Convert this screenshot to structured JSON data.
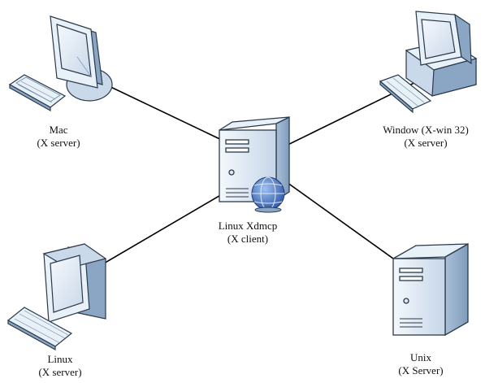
{
  "nodes": {
    "mac": {
      "name": "Mac",
      "role": "(X server)"
    },
    "windows": {
      "name": "Window (X-win 32)",
      "role": "(X server)"
    },
    "center": {
      "name": "Linux Xdmcp",
      "role": "(X client)"
    },
    "linux": {
      "name": "Linux",
      "role": "(X server)"
    },
    "unix": {
      "name": "Unix",
      "role": "(X Server)"
    }
  },
  "icons": {
    "mac": "crt-monitor-with-keyboard-icon",
    "windows": "desktop-pc-with-keyboard-icon",
    "center": "tower-server-with-globe-icon",
    "linux": "crt-monitor-with-keyboard-icon",
    "unix": "tower-server-icon"
  },
  "colors": {
    "outline": "#2b3a4a",
    "fill_light": "#e8f0f8",
    "fill_mid": "#c9d9ea",
    "fill_dark": "#8aa6c4",
    "screen": "#dfe8f3",
    "globe": "#3a63b0",
    "link": "#000000"
  }
}
